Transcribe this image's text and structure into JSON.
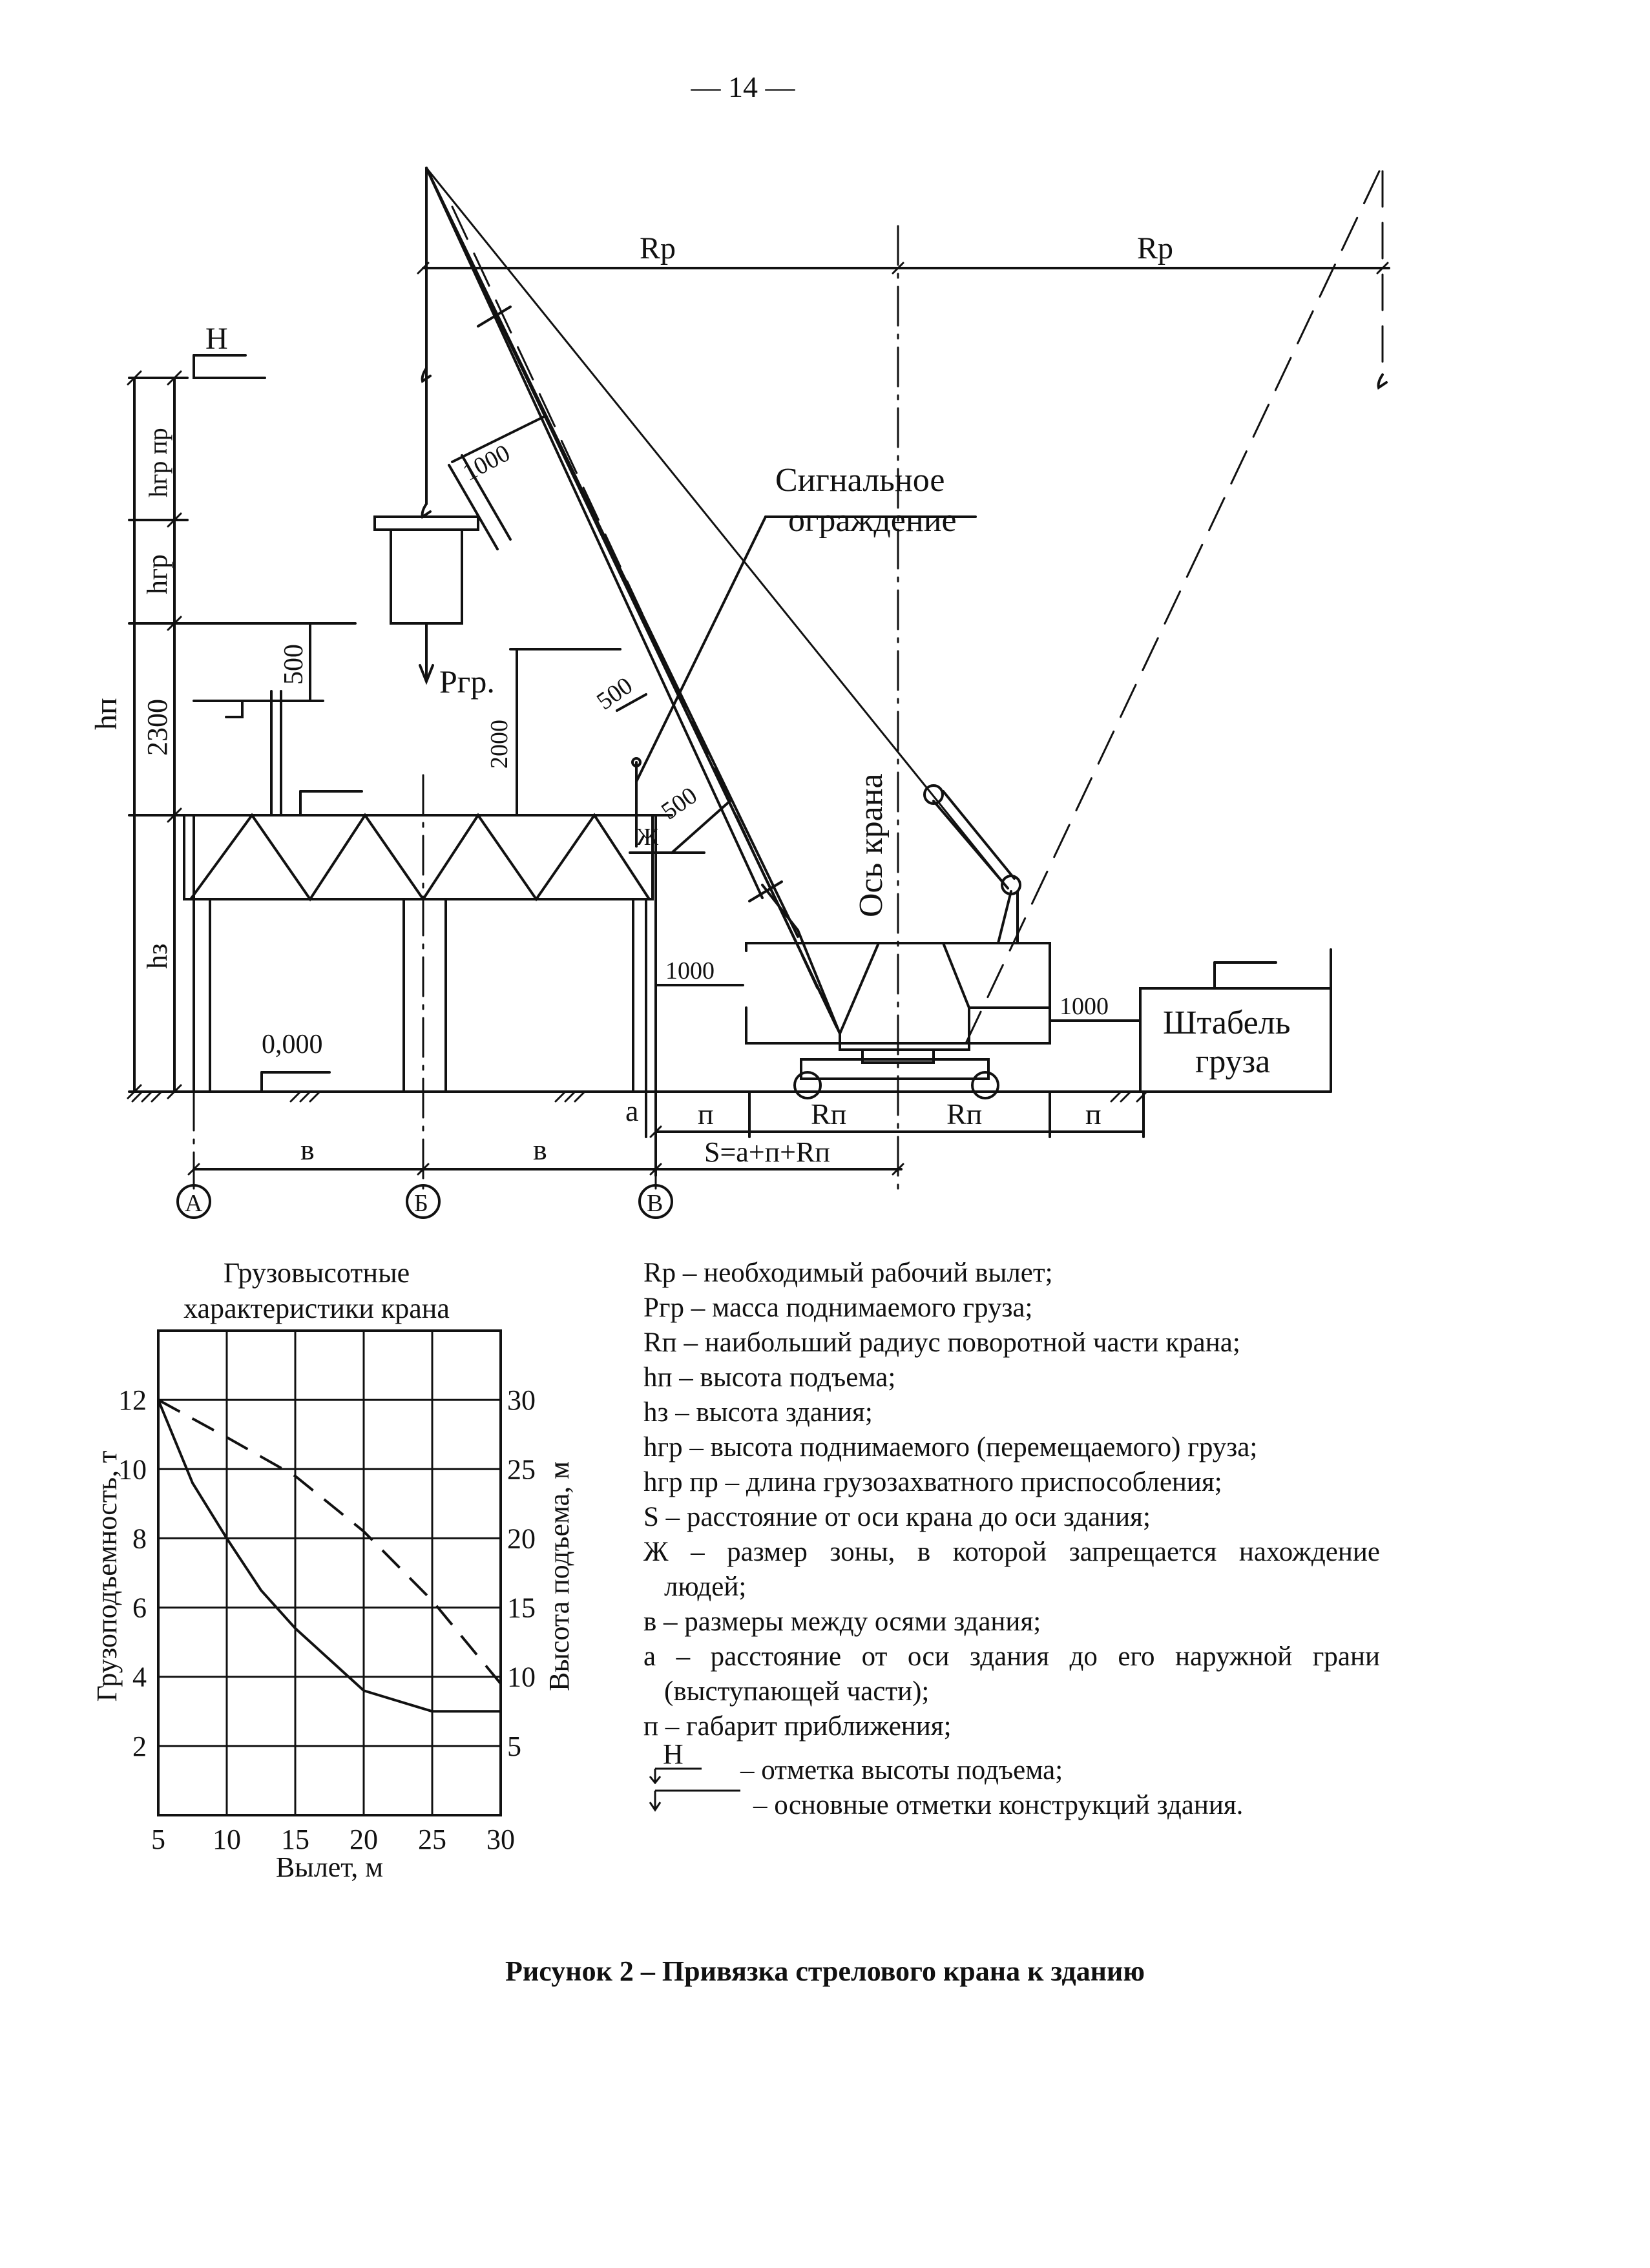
{
  "page_number": "— 14 —",
  "drawing": {
    "labels": {
      "rp_left": "Rр",
      "rp_right": "Rр",
      "h_mark": "Н",
      "signal_fence_1": "Сигнальное",
      "signal_fence_2": "ограждение",
      "crane_axis": "Ось крана",
      "load": "Ргр.",
      "stack_1": "Штабель",
      "stack_2": "груза",
      "level_zero": "0,000",
      "hn": "hп",
      "hz": "hз",
      "hgr": "hгр",
      "hgrpr": "hгр пр",
      "dim_2300": "2300",
      "dim_500_top": "500",
      "dim_2000": "2000",
      "dim_500_diag1": "500",
      "dim_500_diag2": "500",
      "dim_1000_boom": "1000",
      "dim_1000_left": "1000",
      "dim_1000_right": "1000",
      "zh": "Ж",
      "a": "а",
      "p_left": "п",
      "rn_left": "Rп",
      "rn_right": "Rп",
      "p_right": "п",
      "s_formula": "S=а+п+Rп",
      "b_left": "в",
      "b_right": "в",
      "axis_a": "А",
      "axis_b": "Б",
      "axis_v": "В"
    }
  },
  "chart_data": {
    "type": "line",
    "title_line1": "Грузовысотные",
    "title_line2": "характеристики крана",
    "xlabel": "Вылет, м",
    "ylabel_left": "Грузоподъемность, т",
    "ylabel_right": "Высота подъема, м",
    "x_ticks": [
      5,
      10,
      15,
      20,
      25,
      30
    ],
    "y_left_ticks": [
      2,
      4,
      6,
      8,
      10,
      12
    ],
    "y_right_ticks": [
      5,
      10,
      15,
      20,
      25,
      30
    ],
    "xlim": [
      5,
      30
    ],
    "ylim_left": [
      0,
      14
    ],
    "ylim_right": [
      0,
      35
    ],
    "grid": true,
    "series": [
      {
        "axis": "left",
        "style": "solid",
        "x": [
          5,
          7.5,
          10,
          12.5,
          15,
          20,
          25,
          30
        ],
        "values": [
          12,
          9.6,
          8.0,
          6.5,
          5.4,
          3.6,
          3.0,
          3.0
        ]
      },
      {
        "axis": "right",
        "style": "dashed",
        "x": [
          5,
          10,
          15,
          20,
          25,
          30
        ],
        "values": [
          30,
          27.3,
          24.5,
          20.5,
          15.5,
          9.5
        ]
      }
    ]
  },
  "legend": {
    "items": [
      "Rр – необходимый рабочий вылет;",
      "Ргр – масса поднимаемого груза;",
      "Rп – наибольший радиус поворотной части крана;",
      "hп – высота подъема;",
      "hз – высота здания;",
      "hгр – высота поднимаемого (перемещаемого) груза;",
      "hгр пр – длина грузозахватного приспособления;",
      "S – расстояние от оси крана до оси здания;"
    ],
    "zh_line1": "Ж – размер зоны, в которой запрещается нахождение",
    "zh_line2": "людей;",
    "b_item": "в – размеры между осями здания;",
    "a_line1": "а – расстояние от оси здания до его наружной грани",
    "a_line2": "(выступающей части);",
    "p_item": "п – габарит приближения;",
    "mark_h_letter": "Н",
    "mark_h_text": "– отметка высоты подъема;",
    "mark_base_text": "– основные отметки конструкций здания."
  },
  "caption": "Рисунок 2 – Привязка стрелового крана к зданию"
}
